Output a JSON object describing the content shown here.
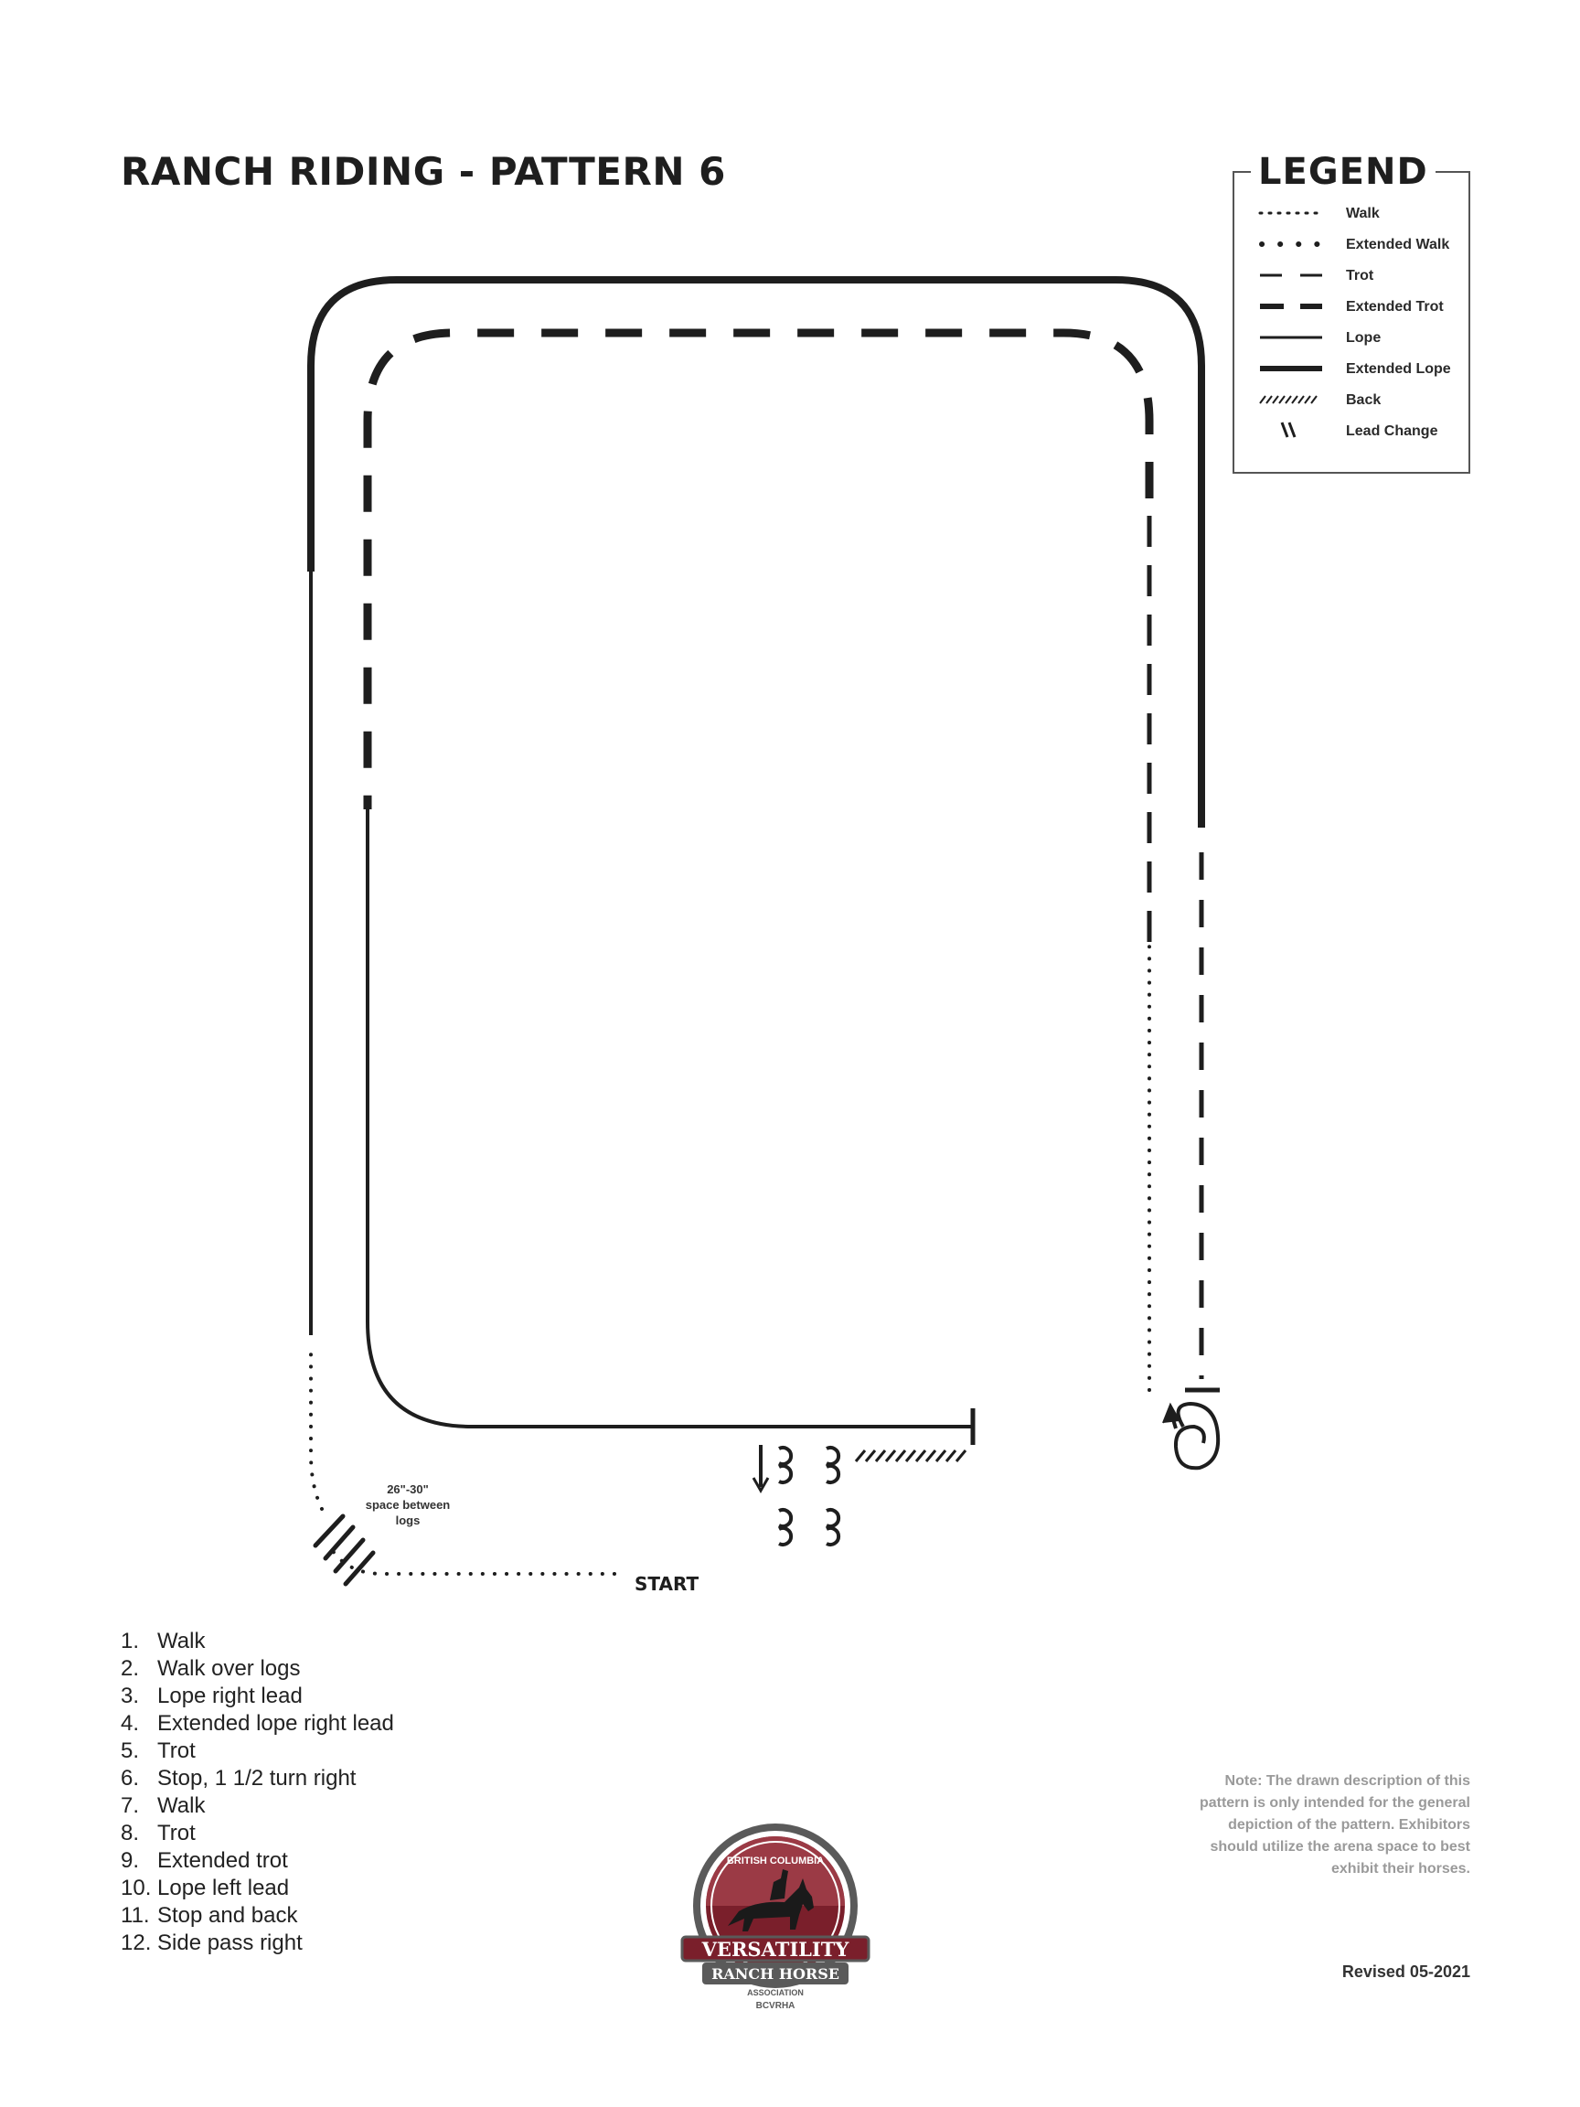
{
  "title": "RANCH RIDING - PATTERN 6",
  "legend": {
    "title": "LEGEND",
    "items": [
      {
        "label": "Walk",
        "style": "walk"
      },
      {
        "label": "Extended Walk",
        "style": "extended-walk"
      },
      {
        "label": "Trot",
        "style": "trot"
      },
      {
        "label": "Extended Trot",
        "style": "extended-trot"
      },
      {
        "label": "Lope",
        "style": "lope"
      },
      {
        "label": "Extended Lope",
        "style": "extended-lope"
      },
      {
        "label": "Back",
        "style": "back"
      },
      {
        "label": "Lead Change",
        "style": "lead-change",
        "glyph": "\\\\"
      }
    ]
  },
  "pattern": {
    "logs_note": [
      "26\"-30\"",
      "space between",
      "logs"
    ],
    "start_label": "START"
  },
  "steps": [
    {
      "num": "1.",
      "text": "Walk"
    },
    {
      "num": "2.",
      "text": "Walk over logs"
    },
    {
      "num": "3.",
      "text": "Lope right lead"
    },
    {
      "num": "4.",
      "text": "Extended lope right lead"
    },
    {
      "num": "5.",
      "text": "Trot"
    },
    {
      "num": "6.",
      "text": "Stop, 1 1/2 turn right"
    },
    {
      "num": "7.",
      "text": "Walk"
    },
    {
      "num": "8.",
      "text": "Trot"
    },
    {
      "num": "9.",
      "text": "Extended trot"
    },
    {
      "num": "10.",
      "text": "Lope left lead"
    },
    {
      "num": "11.",
      "text": "Stop and back"
    },
    {
      "num": "12.",
      "text": "Side pass right"
    }
  ],
  "note": "Note: The drawn description of this pattern is only intended for the general depiction of the pattern. Exhibitors should utilize the arena space to best exhibit their horses.",
  "logo": {
    "top_text": "BRITISH COLUMBIA",
    "main_text": "VERSATILITY",
    "sub_text": "RANCH HORSE",
    "assoc_text": "ASSOCIATION",
    "abbr": "BCVRHA"
  },
  "revised": "Revised 05-2021",
  "colors": {
    "ink": "#1e1e1e",
    "note_gray": "#9a9a9a",
    "logo_maroon": "#7a1f2b",
    "logo_gray": "#5a5a5a"
  }
}
